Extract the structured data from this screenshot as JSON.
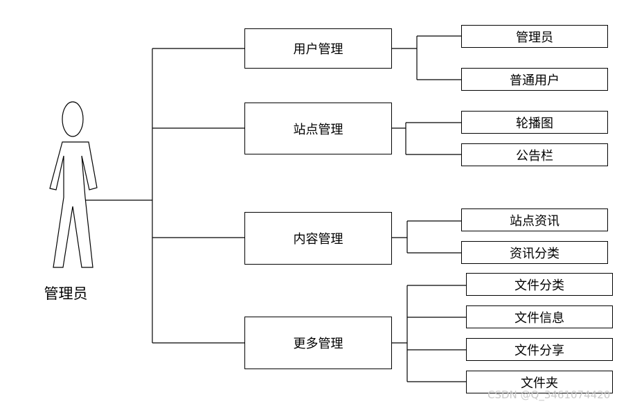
{
  "actor": {
    "label": "管理员"
  },
  "modules": [
    {
      "label": "用户管理",
      "children": [
        "管理员",
        "普通用户"
      ]
    },
    {
      "label": "站点管理",
      "children": [
        "轮播图",
        "公告栏"
      ]
    },
    {
      "label": "内容管理",
      "children": [
        "站点资讯",
        "资讯分类"
      ]
    },
    {
      "label": "更多管理",
      "children": [
        "文件分类",
        "文件信息",
        "文件分享",
        "文件夹"
      ]
    }
  ],
  "watermark": "CSDN @Q_3461074420"
}
